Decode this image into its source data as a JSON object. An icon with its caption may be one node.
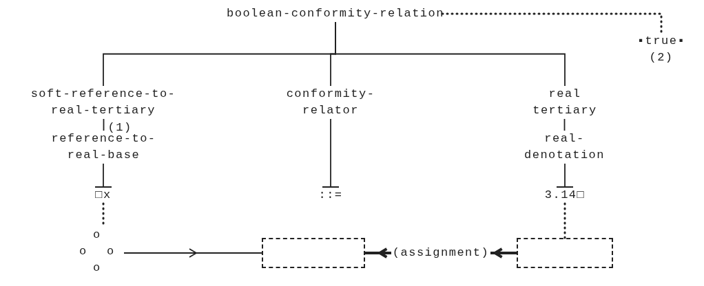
{
  "diagram": {
    "nodes": [
      {
        "text": [
          "boolean-conformity-relation"
        ]
      },
      {
        "text": [
          "soft-reference-to- real-tertiary"
        ]
      },
      {
        "text": [
          "conformity- relator"
        ]
      },
      {
        "text": [
          "real tertiary"
        ]
      },
      {
        "text": [
          "reference-to- real-base"
        ]
      },
      {
        "text": [
          "real- denotation"
        ]
      },
      {
        "text": [
          "□x"
        ]
      },
      {
        "text": [
          "::="
        ]
      },
      {
        "text": [
          "3.14□"
        ]
      },
      {
        "text": [
          "▪true▪"
        ],
        "beside": [
          "(2)"
        ]
      },
      {
        "text": [
          "o",
          "o",
          "o",
          "o"
        ]
      },
      {
        "text": [],
        "shape": "box"
      },
      {
        "text": [],
        "shape": "box"
      }
    ],
    "edges": [
      {
        "from": 0,
        "to": 1,
        "arrow": "none"
      },
      {
        "from": 0,
        "to": 2,
        "arrow": "none"
      },
      {
        "from": 0,
        "to": 3,
        "arrow": "none"
      },
      {
        "from": 1,
        "to": 4,
        "arrow": "none",
        "label": "(1)"
      },
      {
        "from": 2,
        "to": 7,
        "arrow": "other"
      },
      {
        "from": 3,
        "to": 5,
        "arrow": "none"
      },
      {
        "from": 4,
        "to": 6,
        "arrow": "other"
      },
      {
        "from": 5,
        "to": 8,
        "arrow": "other"
      },
      {
        "from": 0,
        "to": 9,
        "arrow": "none",
        "style": "dashed"
      },
      {
        "from": 6,
        "to": 10,
        "arrow": "none",
        "style": "dashed"
      },
      {
        "from": 8,
        "to": 12,
        "arrow": "none",
        "style": "dashed"
      },
      {
        "from": 10,
        "to": 11,
        "arrow": "to"
      },
      {
        "from": 12,
        "to": 11,
        "arrow": "to",
        "style": "thick",
        "label": "(assignment)"
      }
    ]
  }
}
